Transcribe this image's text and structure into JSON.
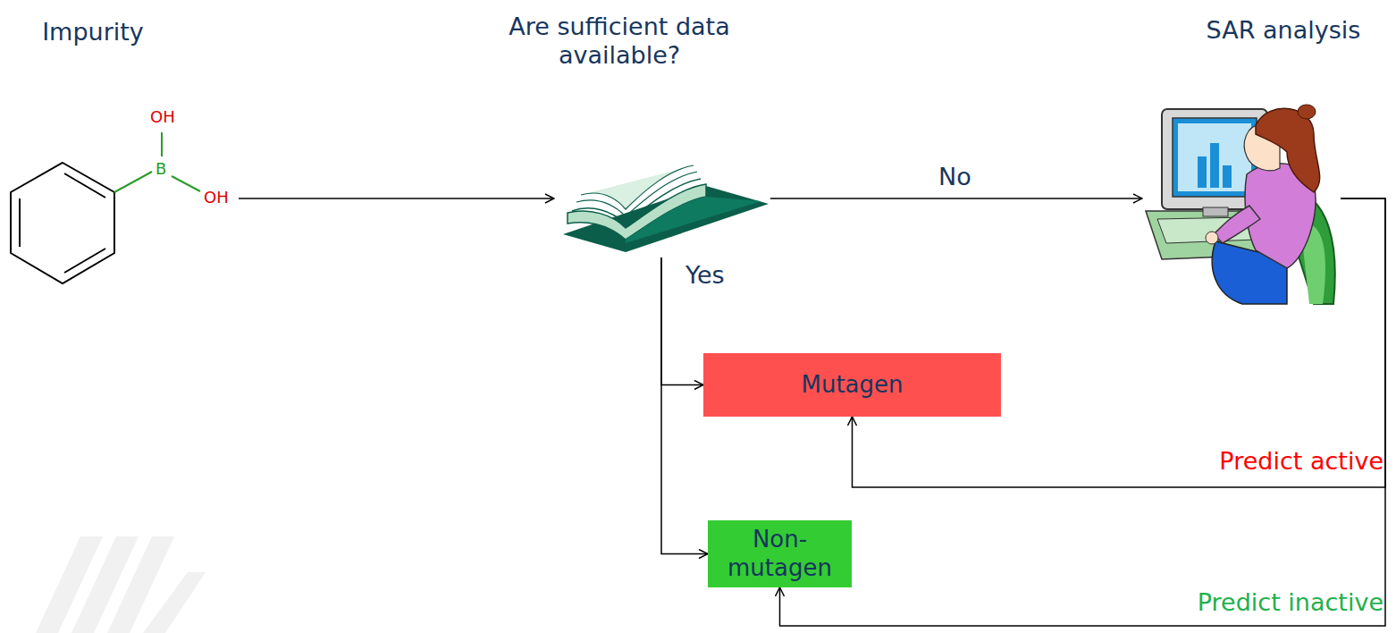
{
  "diagram": {
    "nodes": [
      {
        "text": [
          "Impurity"
        ]
      },
      {
        "text": [
          "Are sufficient data available?"
        ]
      },
      {
        "text": [
          "SAR analysis"
        ]
      },
      {
        "text": [
          "Mutagen"
        ]
      },
      {
        "text": [
          "Non-mutagen"
        ]
      }
    ],
    "edges": [
      {
        "from": 0,
        "to": 1,
        "arrow": "to"
      },
      {
        "from": 1,
        "to": 2,
        "label": "No",
        "arrow": "to"
      },
      {
        "from": 1,
        "to": 3,
        "label": "Yes",
        "arrow": "to"
      },
      {
        "from": 1,
        "to": 4,
        "arrow": "to"
      },
      {
        "from": 2,
        "to": 3,
        "label": "Predict active",
        "arrow": "to"
      },
      {
        "from": 2,
        "to": 4,
        "label": "Predict inactive",
        "arrow": "to"
      }
    ],
    "labels": [
      "OH",
      "B",
      "OH"
    ]
  }
}
